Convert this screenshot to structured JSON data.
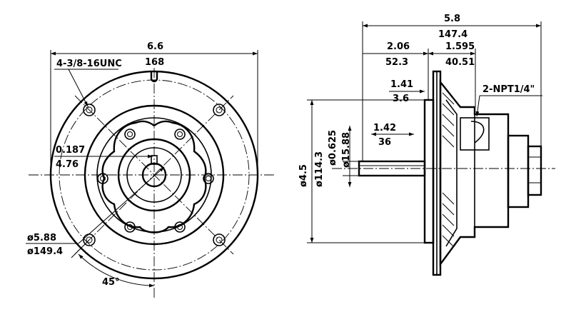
{
  "front_view": {
    "overall_width_in": "6.6",
    "overall_width_mm": "168",
    "tapped_holes": "4-3/8-16UNC",
    "keyway_in": "0.187",
    "keyway_mm": "4.76",
    "bolt_circle_in": "ø5.88",
    "bolt_circle_mm": "ø149.4",
    "angle": "45°"
  },
  "side_view": {
    "overall_length_in": "5.8",
    "overall_length_mm": "147.4",
    "shaft_to_flange_in": "2.06",
    "shaft_to_flange_mm": "52.3",
    "flange_to_port_in": "1.595",
    "flange_to_port_mm": "40.51",
    "pilot_in": "1.41",
    "pilot_mm": "3.6",
    "ports": "2-NPT1/4\"",
    "shaft_length_in": "1.42",
    "shaft_length_mm": "36",
    "shaft_dia_in": "ø0.625",
    "shaft_dia_mm": "ø15.88",
    "pilot_dia_in": "ø4.5",
    "pilot_dia_mm": "ø114.3"
  }
}
